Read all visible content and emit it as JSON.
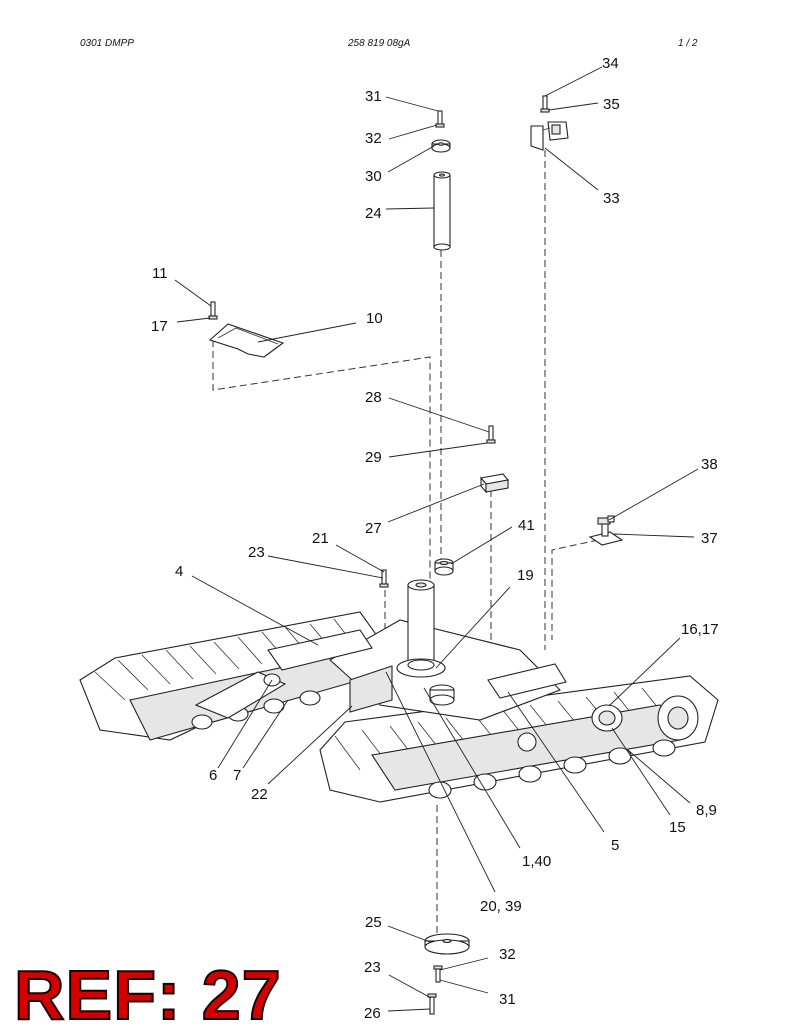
{
  "header": {
    "doc_code": "0301 DMPP",
    "part_number": "258 819 08gA",
    "page": "1 /  2"
  },
  "ref_stamp": "REF: 27",
  "callouts": {
    "c1_40": "1,40",
    "c4": "4",
    "c5": "5",
    "c6": "6",
    "c7": "7",
    "c8_9": "8,9",
    "c10": "10",
    "c11": "11",
    "c15": "15",
    "c16_17": "16,17",
    "c17": "17",
    "c19": "19",
    "c20_39": "20, 39",
    "c21": "21",
    "c22": "22",
    "c23_top": "23",
    "c23_bottom": "23",
    "c24": "24",
    "c25": "25",
    "c26": "26",
    "c27": "27",
    "c28": "28",
    "c29": "29",
    "c30": "30",
    "c31_top": "31",
    "c31_bottom": "31",
    "c32_top": "32",
    "c32_bottom": "32",
    "c33": "33",
    "c34": "34",
    "c35": "35",
    "c37": "37",
    "c38": "38",
    "c41": "41"
  }
}
